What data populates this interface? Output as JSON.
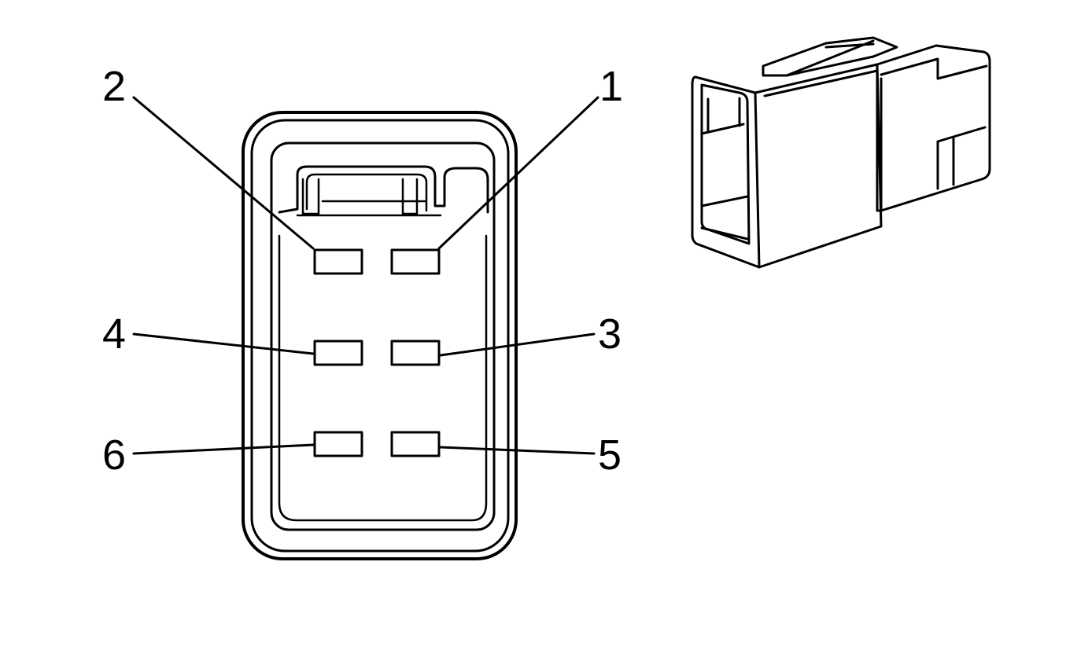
{
  "diagram": {
    "stroke_color": "#000000",
    "background_color": "#ffffff",
    "front_view": {
      "pins": [
        {
          "number": "1"
        },
        {
          "number": "2"
        },
        {
          "number": "3"
        },
        {
          "number": "4"
        },
        {
          "number": "5"
        },
        {
          "number": "6"
        }
      ]
    }
  }
}
